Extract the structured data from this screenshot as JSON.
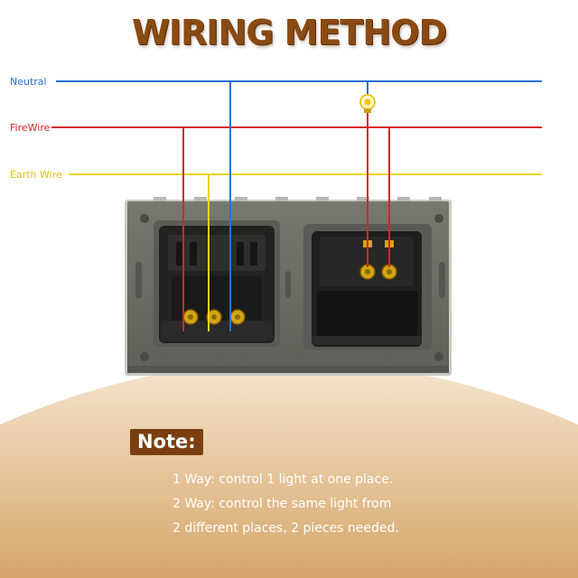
{
  "title": "WIRING METHOD",
  "wires": {
    "neutral": {
      "label": "Neutral",
      "color": "#2a6fd6"
    },
    "fire": {
      "label": "FireWire",
      "color": "#d9232c"
    },
    "earth": {
      "label": "Earth Wire",
      "color": "#f2d41c"
    }
  },
  "note": {
    "badge": "Note:",
    "lines": [
      "1 Way: control 1 light at one place.",
      "2 Way: control the same light from",
      "2 different places, 2 pieces needed."
    ]
  },
  "colors": {
    "title": "#8a4a12",
    "badge_bg": "#7a3f10",
    "panel": "#6b6c64",
    "module": "#1f1f1f",
    "terminal": "#d4a514",
    "background_bottom": "#d3a468"
  }
}
